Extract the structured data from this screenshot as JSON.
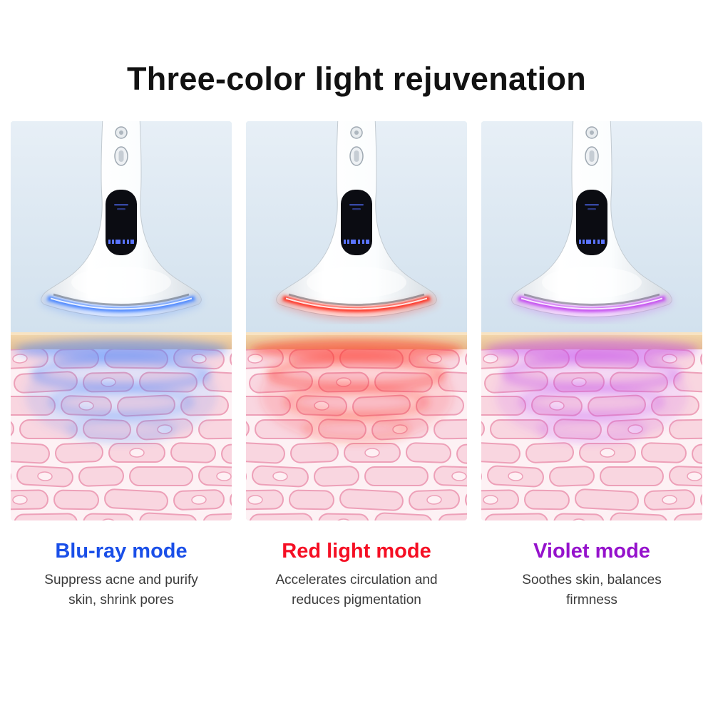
{
  "title": "Three-color light rejuvenation",
  "panels": [
    {
      "mode_label": "Blu-ray mode",
      "description": "Suppress acne and purify\nskin, shrink pores",
      "accent_color": "#1a4fe8",
      "glow_color": "#4b86ff"
    },
    {
      "mode_label": "Red light mode",
      "description": "Accelerates circulation and\nreduces pigmentation",
      "accent_color": "#f50f24",
      "glow_color": "#ff3222"
    },
    {
      "mode_label": "Violet mode",
      "description": "Soothes skin, balances\nfirmness",
      "accent_color": "#9512cc",
      "glow_color": "#c44cf0"
    }
  ]
}
